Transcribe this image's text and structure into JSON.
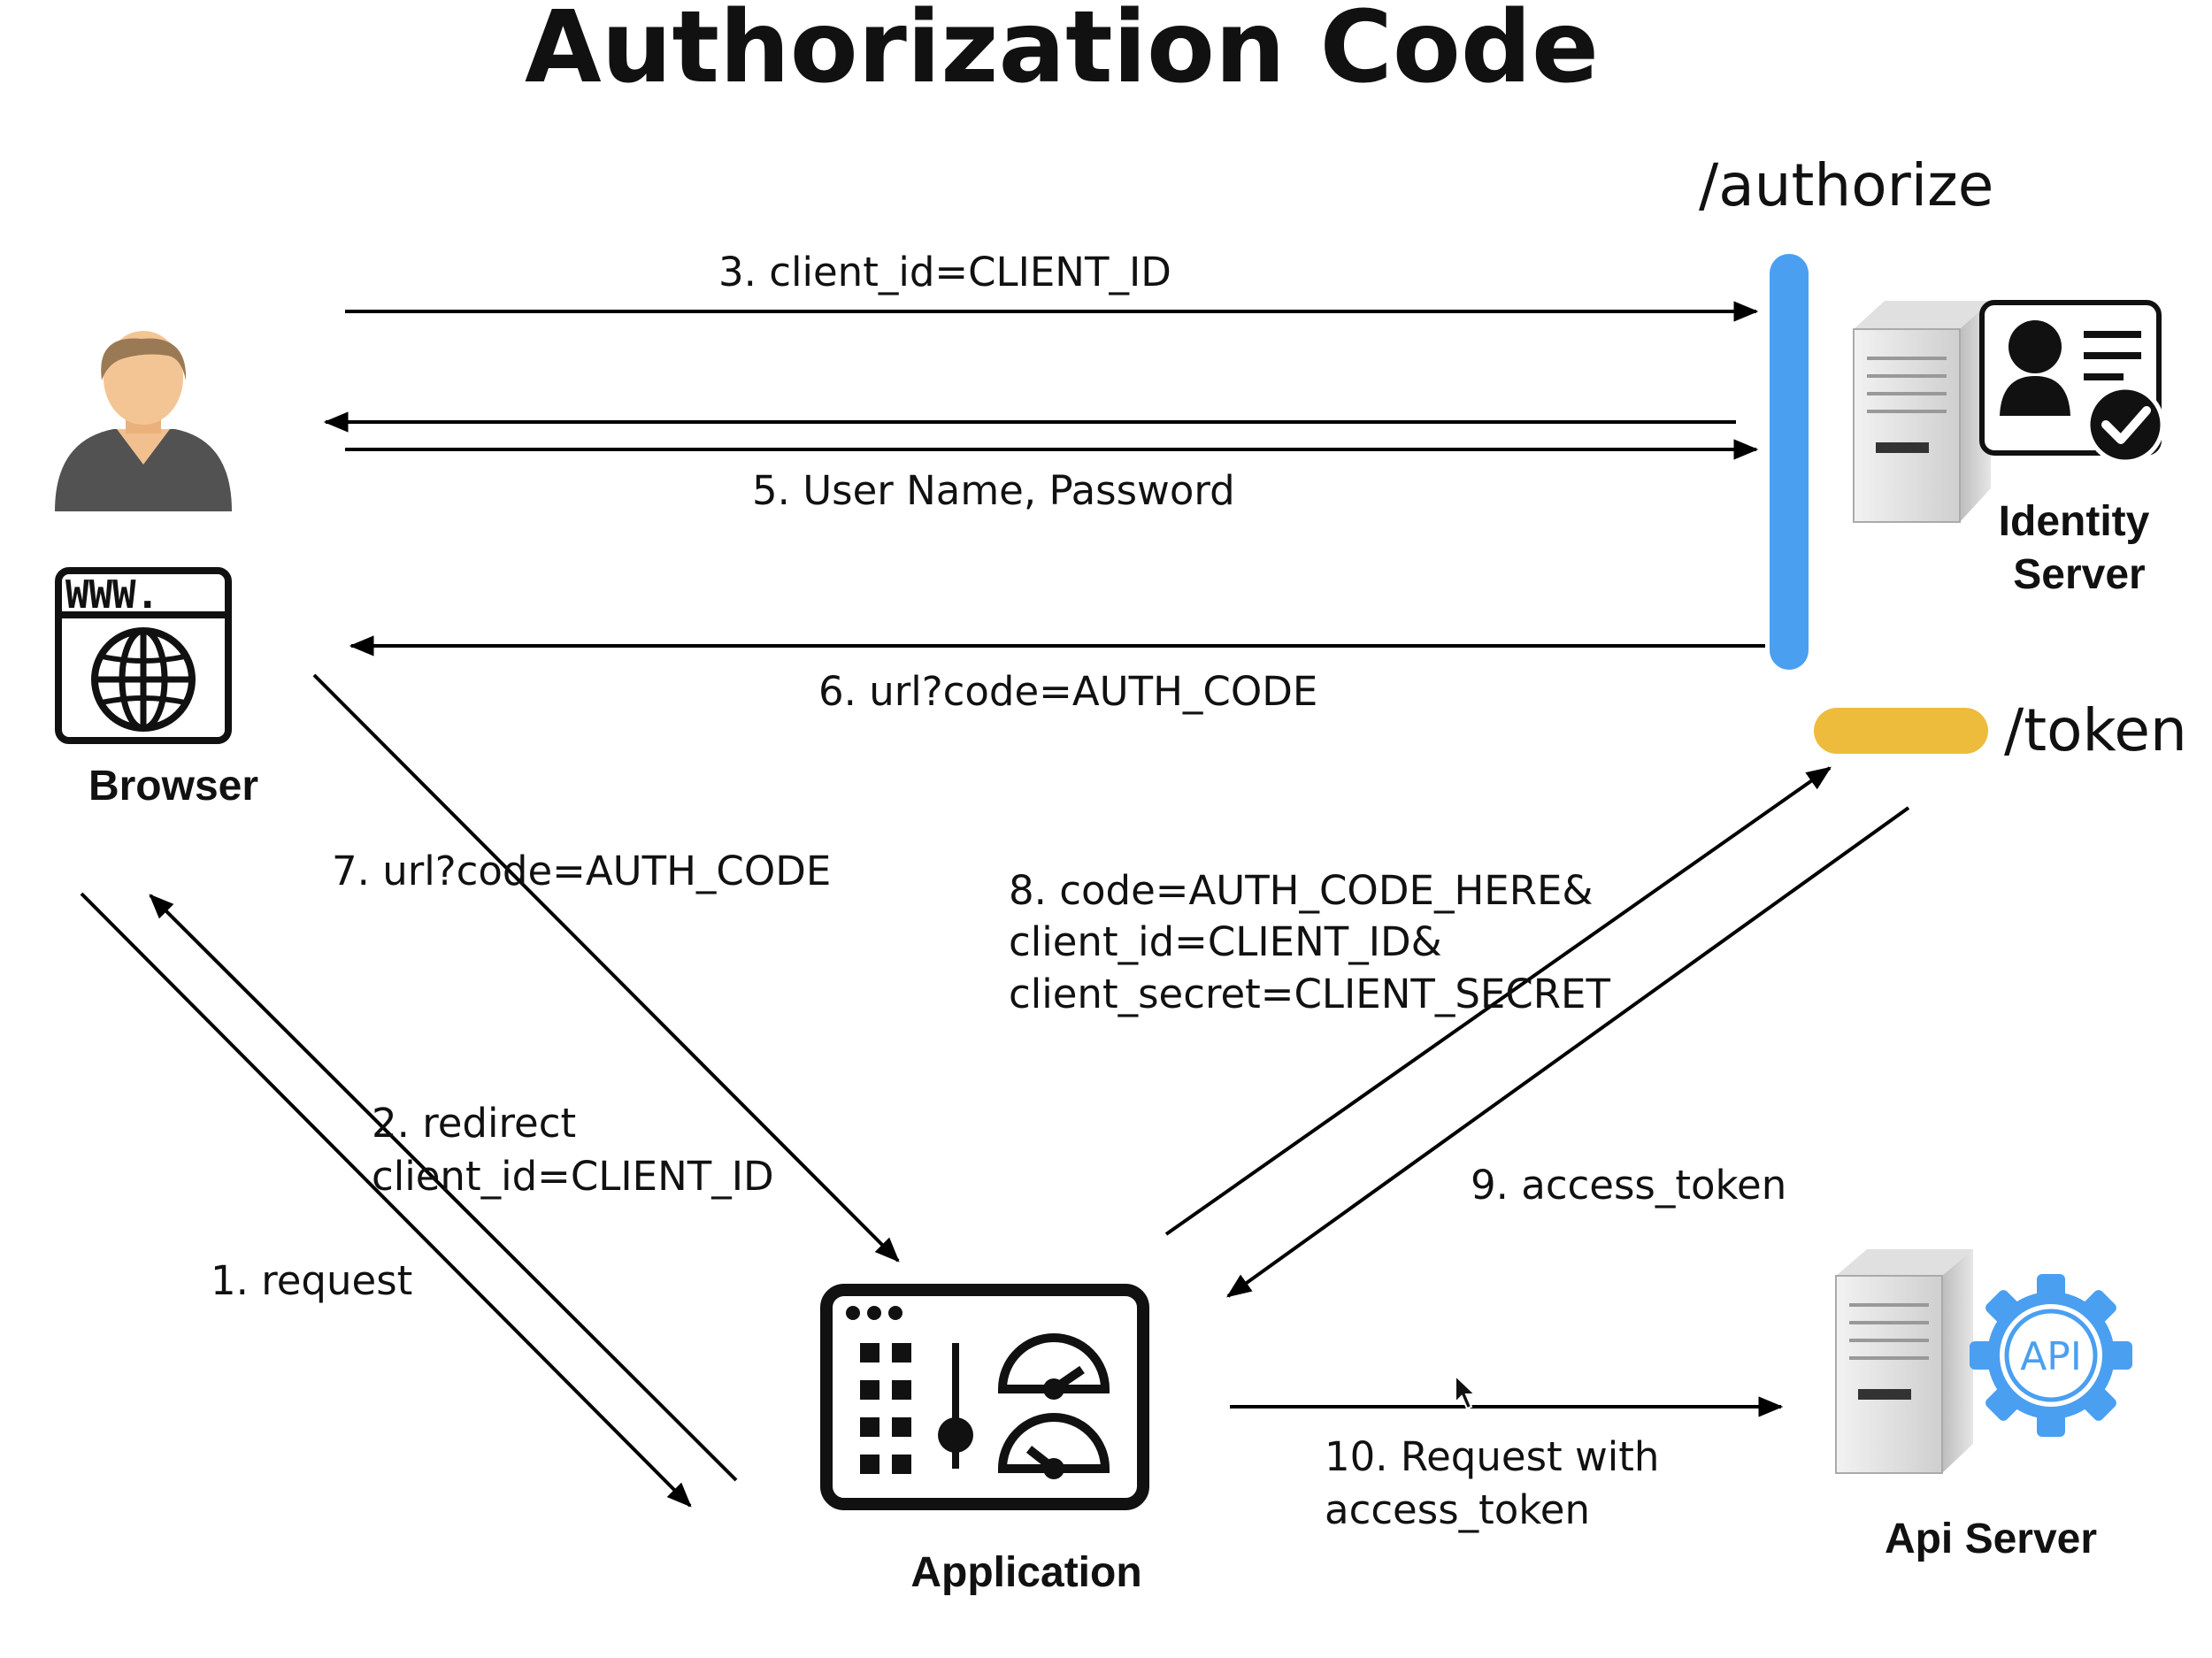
{
  "title": "Authorization Code",
  "endpoints": {
    "authorize": "/authorize",
    "token": "/token"
  },
  "nodes": {
    "browser": "Browser",
    "identity_server": [
      "Identity",
      "Server"
    ],
    "application": "Application",
    "api_server": "Api Server",
    "browser_icon_text": "WWW.",
    "api_icon_text": "API"
  },
  "steps": {
    "s1": "1. request",
    "s2": [
      "2. redirect",
      "client_id=CLIENT_ID"
    ],
    "s3": "3. client_id=CLIENT_ID",
    "s5": "5. User Name, Password",
    "s6": "6. url?code=AUTH_CODE",
    "s7": "7. url?code=AUTH_CODE",
    "s8": [
      "8. code=AUTH_CODE_HERE&",
      "client_id=CLIENT_ID&",
      "client_secret=CLIENT_SECRET"
    ],
    "s9": "9. access_token",
    "s10": [
      "10. Request with",
      "access_token"
    ]
  },
  "colors": {
    "authorize_bar": "#4a9ff0",
    "token_bar": "#edbc3c",
    "arrow": "#000000",
    "api_gear": "#4a9ff0"
  },
  "icons": [
    "user-icon",
    "browser-globe-icon",
    "server-icon",
    "id-card-check-icon",
    "dashboard-app-icon",
    "api-gear-icon",
    "mouse-cursor-icon"
  ]
}
